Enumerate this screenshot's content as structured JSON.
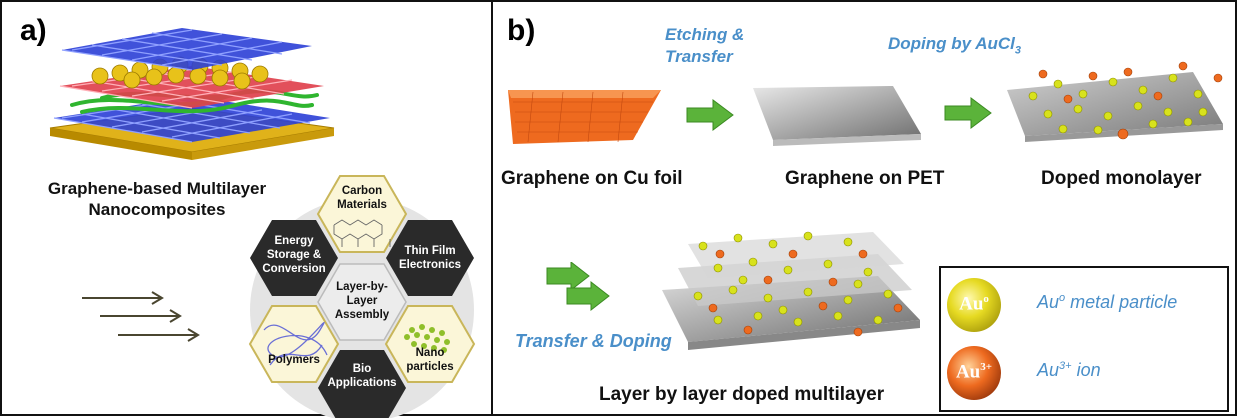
{
  "panel_a": {
    "label": "a)",
    "caption_line1": "Graphene-based Multilayer",
    "caption_line2": "Nanocomposites",
    "hexagons": {
      "center_l1": "Layer-by-",
      "center_l2": "Layer",
      "center_l3": "Assembly",
      "top_l1": "Carbon",
      "top_l2": "Materials",
      "upper_left_l1": "Energy",
      "upper_left_l2": "Storage &",
      "upper_left_l3": "Conversion",
      "upper_right_l1": "Thin Film",
      "upper_right_l2": "Electronics",
      "lower_left": "Polymers",
      "lower_right_l1": "Nano",
      "lower_right_l2": "particles",
      "bottom_l1": "Bio",
      "bottom_l2": "Applications"
    }
  },
  "panel_b": {
    "label": "b)",
    "step1_label_l1": "Etching &",
    "step1_label_l2": "Transfer",
    "step2_label": "Doping by AuCl",
    "step2_sub": "3",
    "stage1": "Graphene on Cu foil",
    "stage2": "Graphene on PET",
    "stage3": "Doped monolayer",
    "step3_label": "Transfer & Doping",
    "stage4": "Layer by layer doped multilayer",
    "legend": {
      "metal_symbol": "Au",
      "metal_sup": "o",
      "metal_label": "Au",
      "metal_label_sup": "o",
      "metal_label_rest": " metal particle",
      "ion_symbol": "Au",
      "ion_sup": "3+",
      "ion_label": "Au",
      "ion_label_sup": "3+",
      "ion_label_rest": " ion"
    }
  },
  "colors": {
    "graphene_blue": "#2b3fd6",
    "graphene_red": "#e0414d",
    "gold_spheres": "#e8c21a",
    "polymer_green": "#2fb52f",
    "substrate_gold": "#e0b21a",
    "hex_dark": "#2a2a2a",
    "hex_light": "#fbf6d8",
    "arrow_green": "#5bb33a",
    "copper": "#ee6a1f",
    "caption_blue": "#4a8fc9"
  }
}
